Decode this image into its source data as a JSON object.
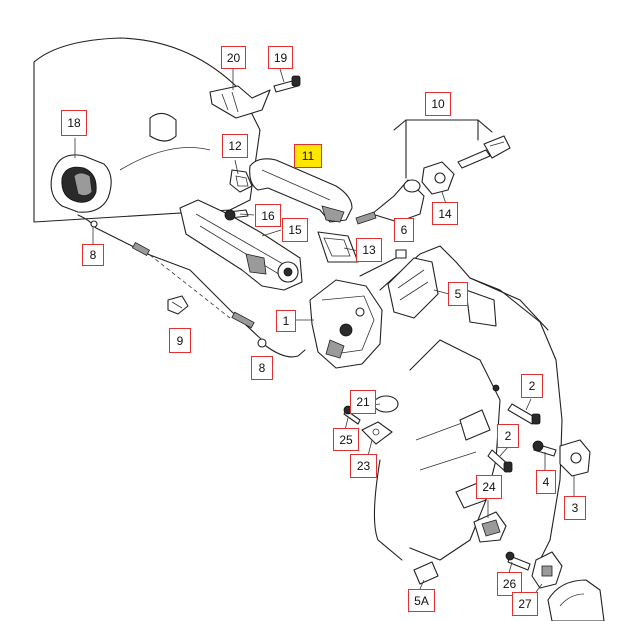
{
  "callouts": {
    "c1": "1",
    "c2a": "2",
    "c2b": "2",
    "c3": "3",
    "c4": "4",
    "c5": "5",
    "c5a": "5A",
    "c6": "6",
    "c8a": "8",
    "c8b": "8",
    "c9": "9",
    "c10": "10",
    "c11": "11",
    "c12": "12",
    "c13": "13",
    "c14": "14",
    "c15": "15",
    "c16": "16",
    "c18": "18",
    "c19": "19",
    "c20": "20",
    "c21": "21",
    "c23": "23",
    "c24": "24",
    "c25": "25",
    "c26": "26",
    "c27": "27"
  },
  "highlighted": "11",
  "colors": {
    "callout_border": "#e03030",
    "highlight_fill": "#ffe600",
    "line": "#222222"
  }
}
